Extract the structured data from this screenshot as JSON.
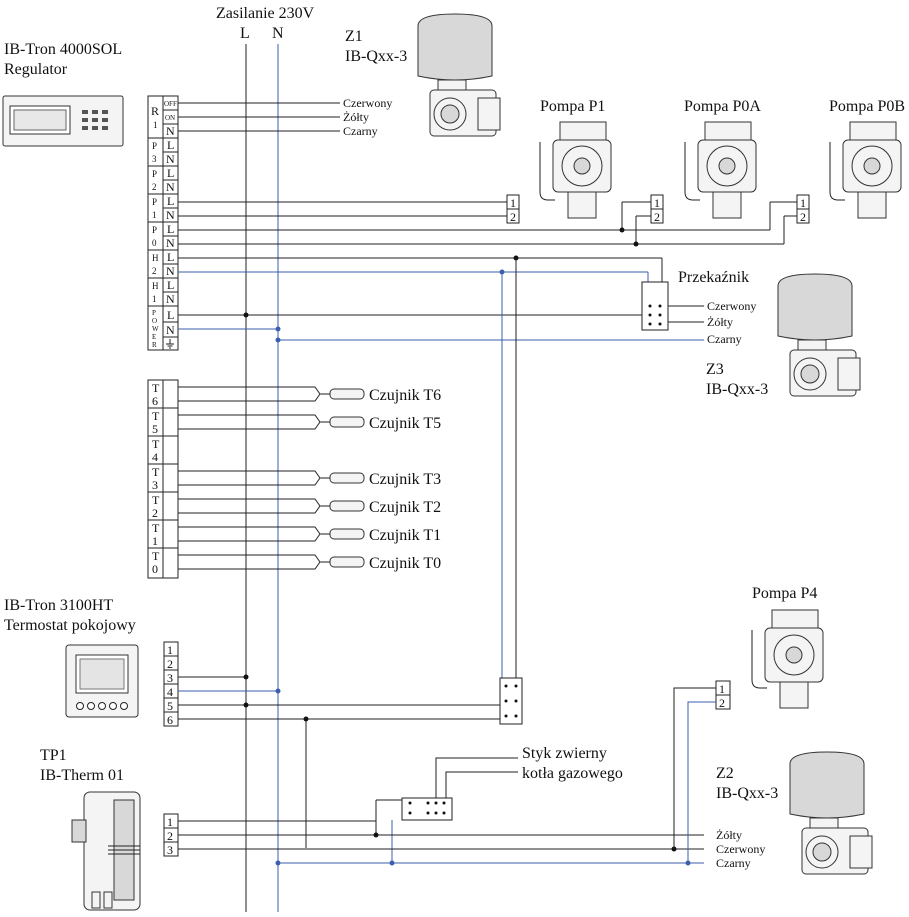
{
  "supply": {
    "title": "Zasilanie 230V",
    "L": "L",
    "N": "N"
  },
  "regulator": {
    "line1": "IB-Tron 4000SOL",
    "line2": "Regulator"
  },
  "valve_z1": {
    "line1": "Z1",
    "line2": "IB-Qxx-3"
  },
  "valve_z2": {
    "line1": "Z2",
    "line2": "IB-Qxx-3"
  },
  "valve_z3": {
    "line1": "Z3",
    "line2": "IB-Qxx-3"
  },
  "pumps": {
    "p1": "Pompa P1",
    "p0a": "Pompa P0A",
    "p0b": "Pompa P0B",
    "p4": "Pompa P4"
  },
  "relay": {
    "label": "Przekaźnik"
  },
  "wires": {
    "red": "Czerwony",
    "yellow": "Żółty",
    "black": "Czarny"
  },
  "terminal_groups": {
    "r": [
      "R",
      "1"
    ],
    "p3": [
      "P",
      "3"
    ],
    "p2": [
      "P",
      "2"
    ],
    "p1": [
      "P",
      "1"
    ],
    "p0": [
      "P",
      "0"
    ],
    "h2": [
      "H",
      "2"
    ],
    "h1": [
      "H",
      "1"
    ],
    "power": [
      "P",
      "O",
      "W",
      "E",
      "R"
    ],
    "t6": [
      "T",
      "6"
    ],
    "t5": [
      "T",
      "5"
    ],
    "t4": [
      "T",
      "4"
    ],
    "t3": [
      "T",
      "3"
    ],
    "t2": [
      "T",
      "2"
    ],
    "t1": [
      "T",
      "1"
    ],
    "t0": [
      "T",
      "0"
    ]
  },
  "terminal_pins": {
    "off": "OFF",
    "on": "ON",
    "n": "N",
    "l": "L"
  },
  "sensors": {
    "t6": "Czujnik T6",
    "t5": "Czujnik T5",
    "t3": "Czujnik T3",
    "t2": "Czujnik T2",
    "t1": "Czujnik T1",
    "t0": "Czujnik T0"
  },
  "thermostat": {
    "line1": "IB-Tron 3100HT",
    "line2": "Termostat pokojowy",
    "terminals": [
      "1",
      "2",
      "3",
      "4",
      "5",
      "6"
    ]
  },
  "tp1": {
    "line1": "TP1",
    "line2": "IB-Therm 01",
    "terminals": [
      "1",
      "2",
      "3"
    ]
  },
  "boiler_contact": {
    "line1": "Styk zwierny",
    "line2": "kotła gazowego"
  },
  "pump_terminals": [
    "1",
    "2"
  ],
  "colors": {
    "line": "#222222",
    "neutral": "#3b5fae"
  }
}
